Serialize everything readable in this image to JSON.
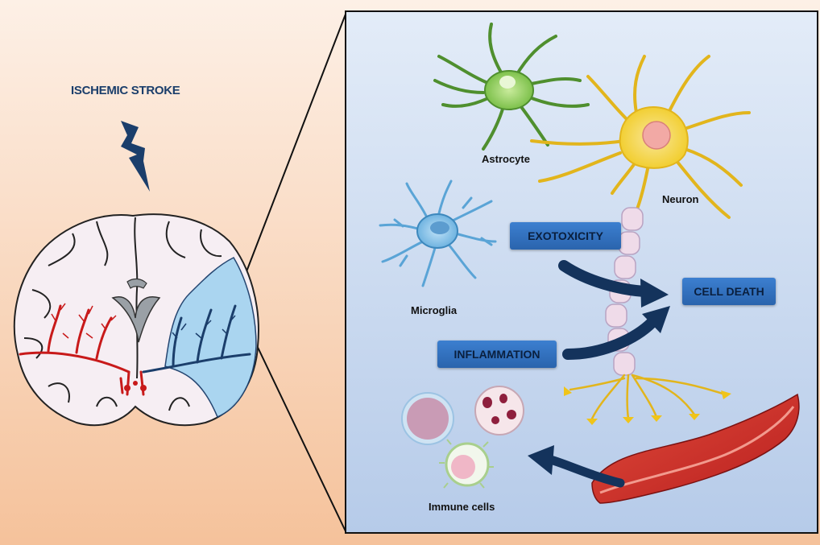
{
  "title": "ISCHEMIC STROKE",
  "cells": {
    "astrocyte": "Astrocyte",
    "neuron": "Neuron",
    "microglia": "Microglia",
    "immune": "Immune cells"
  },
  "processes": {
    "exotoxicity": "EXOTOXICITY",
    "inflammation": "INFLAMMATION",
    "cell_death": "CELL DEATH"
  },
  "colors": {
    "background_warm": "#f6c9a6",
    "panel": "#c9d9f0",
    "box": "#2f6fbf",
    "arrow": "#14335c",
    "vessel": "#d11a1a",
    "ischemic_zone": "#8fc6e8"
  }
}
